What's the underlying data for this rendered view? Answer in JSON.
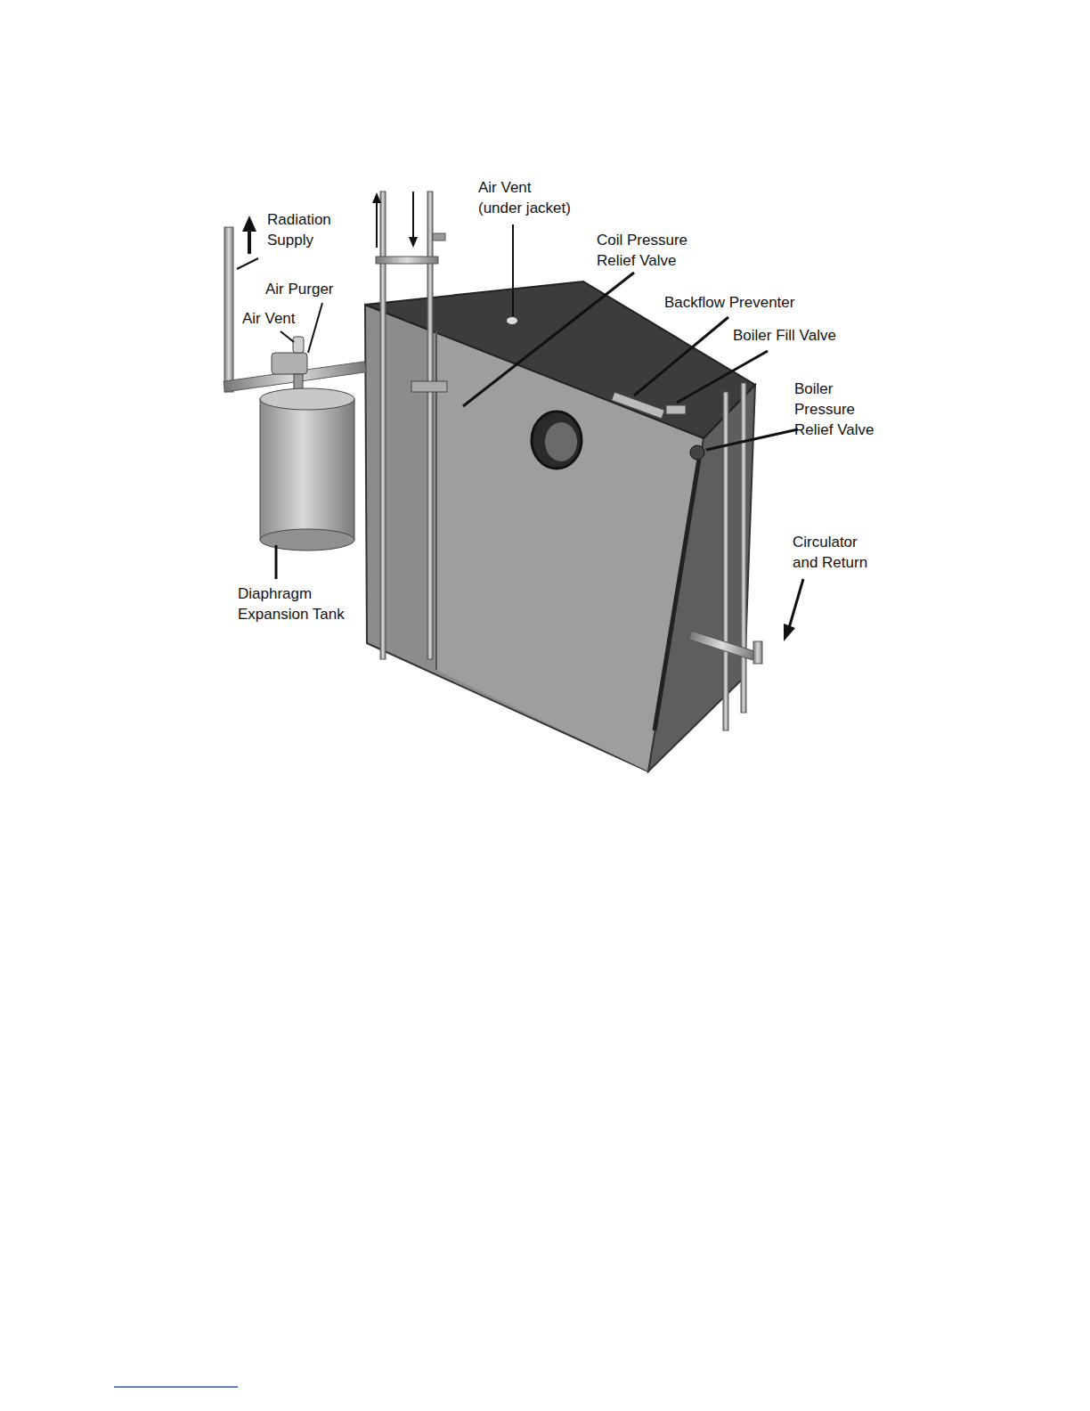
{
  "diagram": {
    "labels": [
      "Air Vent (under jacket)",
      "Radiation Supply",
      "Coil Pressure Relief Valve",
      "Air Purger",
      "Backflow Preventer",
      "Air Vent",
      "Boiler Fill Valve",
      "Boiler Pressure Relief Valve",
      "Circulator and Return",
      "Diaphragm Expansion Tank"
    ]
  }
}
